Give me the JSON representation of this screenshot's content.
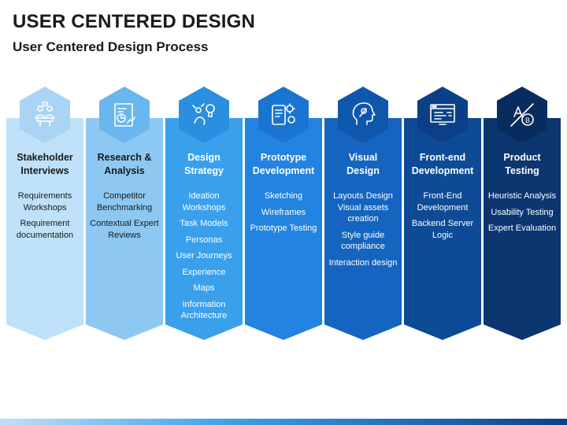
{
  "header": {
    "title": "USER CENTERED DESIGN",
    "subtitle": "User Centered Design Process"
  },
  "columns": [
    {
      "title_lines": [
        "Stakeholder",
        "Interviews"
      ],
      "items": [
        "Requirements Workshops",
        "Requirement documentation"
      ],
      "icon": "meeting-icon",
      "panel_color": "#bfe2fa",
      "hex_color": "#a9d4f4",
      "text_color": "#1a1a1a"
    },
    {
      "title_lines": [
        "Research &",
        "Analysis"
      ],
      "items": [
        "Competitor Benchmarking",
        "Contextual Expert Reviews"
      ],
      "icon": "report-analysis-icon",
      "panel_color": "#8dc8f3",
      "hex_color": "#6ab6ef",
      "text_color": "#1a1a1a"
    },
    {
      "title_lines": [
        "Design",
        "Strategy"
      ],
      "items": [
        "Ideation Workshops",
        "Task Models",
        "Personas",
        "User Journeys",
        "Experience",
        "Maps",
        "Information Architecture"
      ],
      "icon": "strategy-icon",
      "panel_color": "#3aa0ec",
      "hex_color": "#2a8fe0",
      "text_color": "#ffffff"
    },
    {
      "title_lines": [
        "Prototype",
        "Development"
      ],
      "items": [
        "Sketching",
        "Wireframes",
        "Prototype Testing"
      ],
      "icon": "prototype-icon",
      "panel_color": "#2283e0",
      "hex_color": "#1a74d2",
      "text_color": "#ffffff"
    },
    {
      "title_lines": [
        "Visual",
        "Design"
      ],
      "items": [
        "Layouts Design Visual assets creation",
        "Style guide compliance",
        "Interaction design"
      ],
      "icon": "head-design-icon",
      "panel_color": "#1565c0",
      "hex_color": "#0f57ad",
      "text_color": "#ffffff"
    },
    {
      "title_lines": [
        "Front-end",
        "Development"
      ],
      "items": [
        "Front-End Development",
        "Backend Server Logic"
      ],
      "icon": "code-window-icon",
      "panel_color": "#0e4b96",
      "hex_color": "#0b4088",
      "text_color": "#ffffff"
    },
    {
      "title_lines": [
        "Product",
        "Testing"
      ],
      "items": [
        "Heuristic Analysis",
        "Usability Testing",
        "Expert Evaluation"
      ],
      "icon": "ab-test-icon",
      "panel_color": "#0b3670",
      "hex_color": "#082c5e",
      "text_color": "#ffffff"
    }
  ]
}
